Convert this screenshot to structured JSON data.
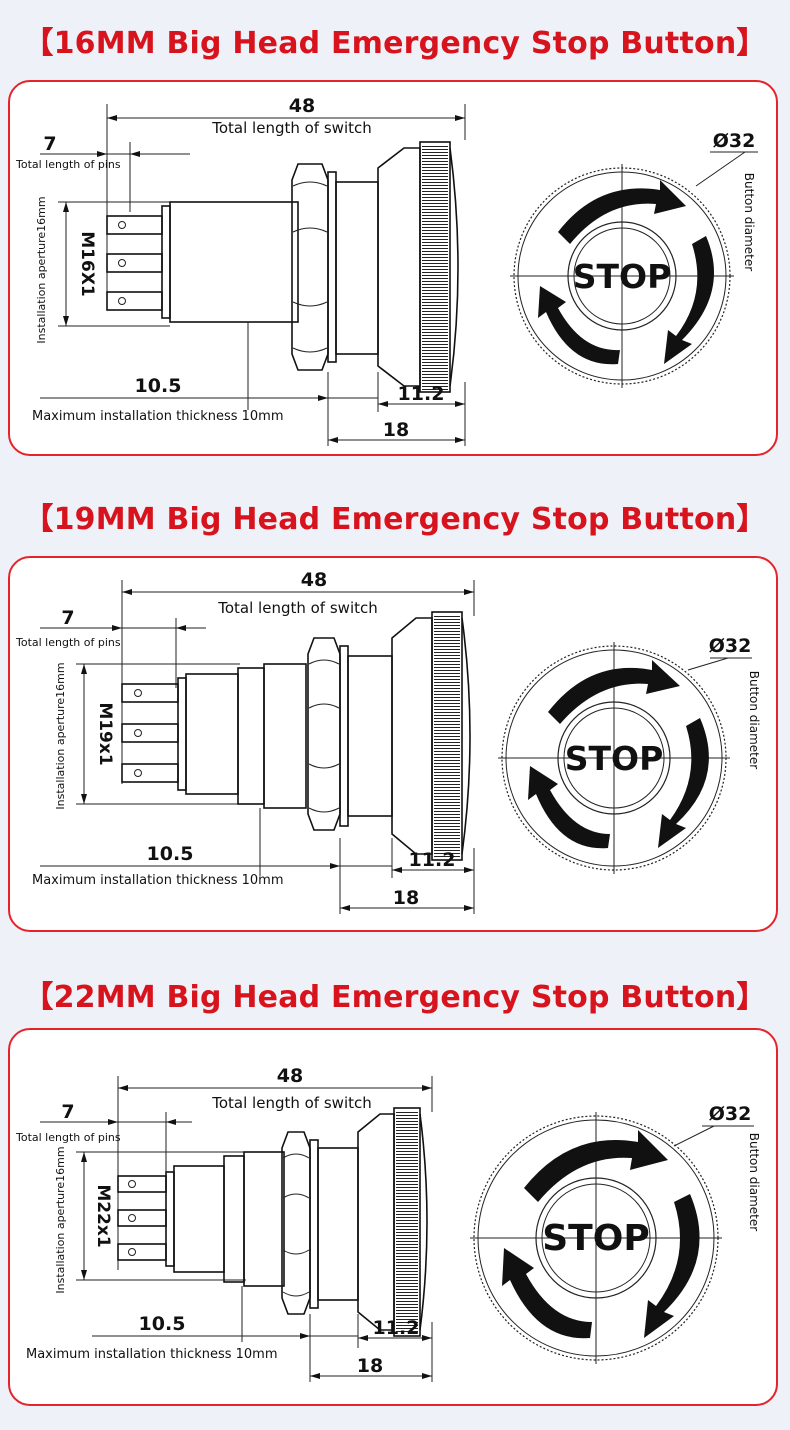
{
  "sections": [
    {
      "heading": "【16MM Big Head Emergency Stop Button】",
      "total_length": "48",
      "total_length_label": "Total length of switch",
      "pins_length": "7",
      "pins_label": "Total length of pins",
      "aperture_label": "Installation aperture16mm",
      "thread": "M16X1",
      "thickness_value": "10.5",
      "thickness_label": "Maximum installation thickness 10mm",
      "head_length": "11.2",
      "body_length": "18",
      "diameter": "Ø32",
      "diameter_label": "Button diameter",
      "stop_text": "STOP"
    },
    {
      "heading": "【19MM Big Head Emergency Stop Button】",
      "total_length": "48",
      "total_length_label": "Total length of switch",
      "pins_length": "7",
      "pins_label": "Total length of pins",
      "aperture_label": "Installation aperture16mm",
      "thread": "M19x1",
      "thickness_value": "10.5",
      "thickness_label": "Maximum installation thickness 10mm",
      "head_length": "11.2",
      "body_length": "18",
      "diameter": "Ø32",
      "diameter_label": "Button diameter",
      "stop_text": "STOP"
    },
    {
      "heading": "【22MM Big Head Emergency Stop Button】",
      "total_length": "48",
      "total_length_label": "Total length of switch",
      "pins_length": "7",
      "pins_label": "Total length of pins",
      "aperture_label": "Installation aperture16mm",
      "thread": "M22x1",
      "thickness_value": "10.5",
      "thickness_label": "Maximum installation thickness 10mm",
      "head_length": "11.2",
      "body_length": "18",
      "diameter": "Ø32",
      "diameter_label": "Button diameter",
      "stop_text": "STOP"
    }
  ],
  "colors": {
    "accent": "#d7141d",
    "border": "#e5232b",
    "background": "#eef1f7"
  }
}
